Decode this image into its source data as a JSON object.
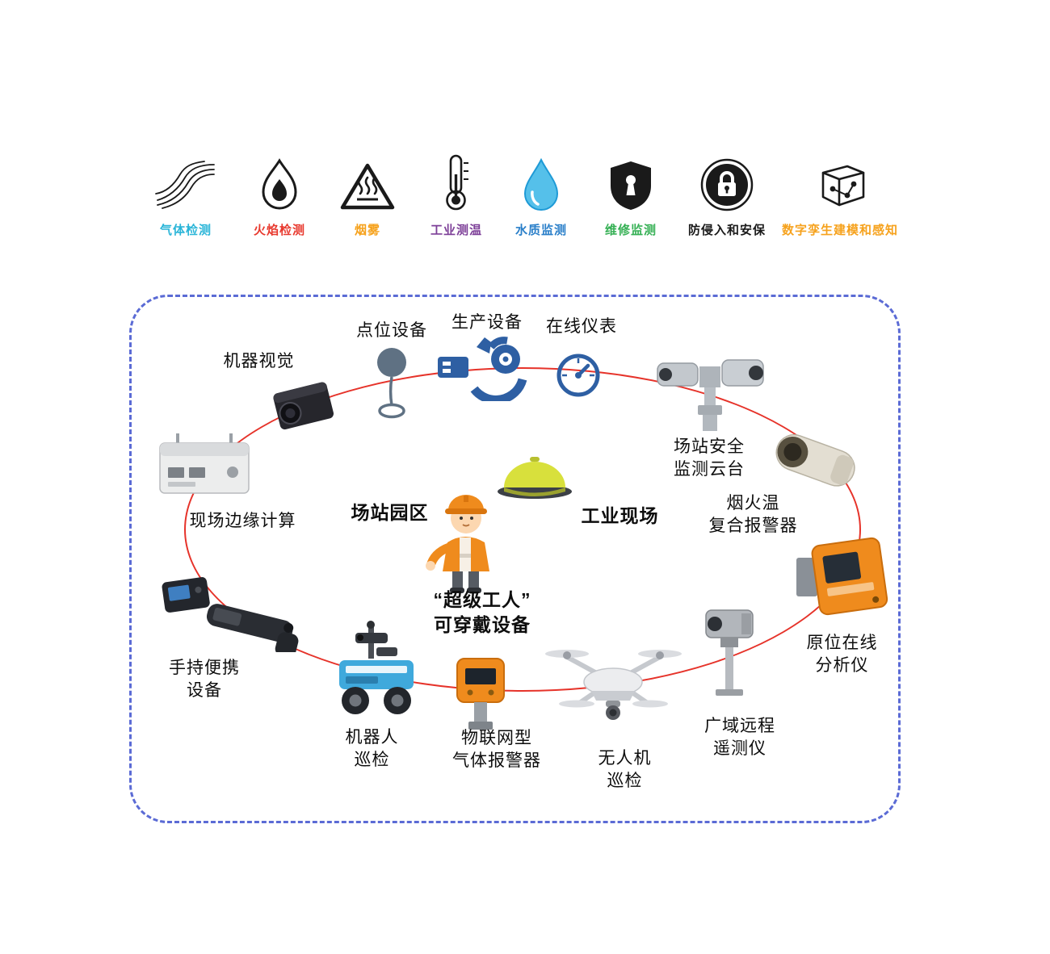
{
  "legend": [
    {
      "name": "gas-detection",
      "label": "气体检测",
      "color": "#2ab5d8"
    },
    {
      "name": "flame-detection",
      "label": "火焰检测",
      "color": "#e8392e"
    },
    {
      "name": "smoke",
      "label": "烟雾",
      "color": "#f6a21d"
    },
    {
      "name": "industrial-temperature",
      "label": "工业测温",
      "color": "#7d3f98"
    },
    {
      "name": "water-quality",
      "label": "水质监测",
      "color": "#2a7fc9"
    },
    {
      "name": "maintenance-monitoring",
      "label": "维修监测",
      "color": "#35b054"
    },
    {
      "name": "intrusion-security",
      "label": "防侵入和安保",
      "color": "#1a1a1a"
    },
    {
      "name": "digital-twin",
      "label": "数字孪生建模和感知",
      "color": "#f6a21d"
    }
  ],
  "nodes": {
    "machine_vision": {
      "label": "机器视觉"
    },
    "point_device": {
      "label": "点位设备"
    },
    "production_equipment": {
      "label": "生产设备"
    },
    "online_instrument": {
      "label": "在线仪表"
    },
    "station_ptz": {
      "label": "场站安全\n监测云台"
    },
    "fire_smoke_temp_alarm": {
      "label": "烟火温\n复合报警器"
    },
    "in_situ_analyzer": {
      "label": "原位在线\n分析仪"
    },
    "wide_area_telemetry": {
      "label": "广域远程\n遥测仪"
    },
    "drone_inspection": {
      "label": "无人机\n巡检"
    },
    "iot_gas_alarm": {
      "label": "物联网型\n气体报警器"
    },
    "robot_inspection": {
      "label": "机器人\n巡检"
    },
    "handheld_devices": {
      "label": "手持便携\n设备"
    },
    "edge_computing": {
      "label": "现场边缘计算"
    },
    "super_worker": {
      "label": "“超级工人”\n可穿戴设备"
    },
    "station_park": {
      "label": "场站园区"
    },
    "industrial_site": {
      "label": "工业现场"
    }
  },
  "colors": {
    "boundary_dashed": "#5b6bd5",
    "ring_red": "#e6332a",
    "device_orange": "#ef8b1d",
    "device_blue": "#2e5fa3"
  }
}
